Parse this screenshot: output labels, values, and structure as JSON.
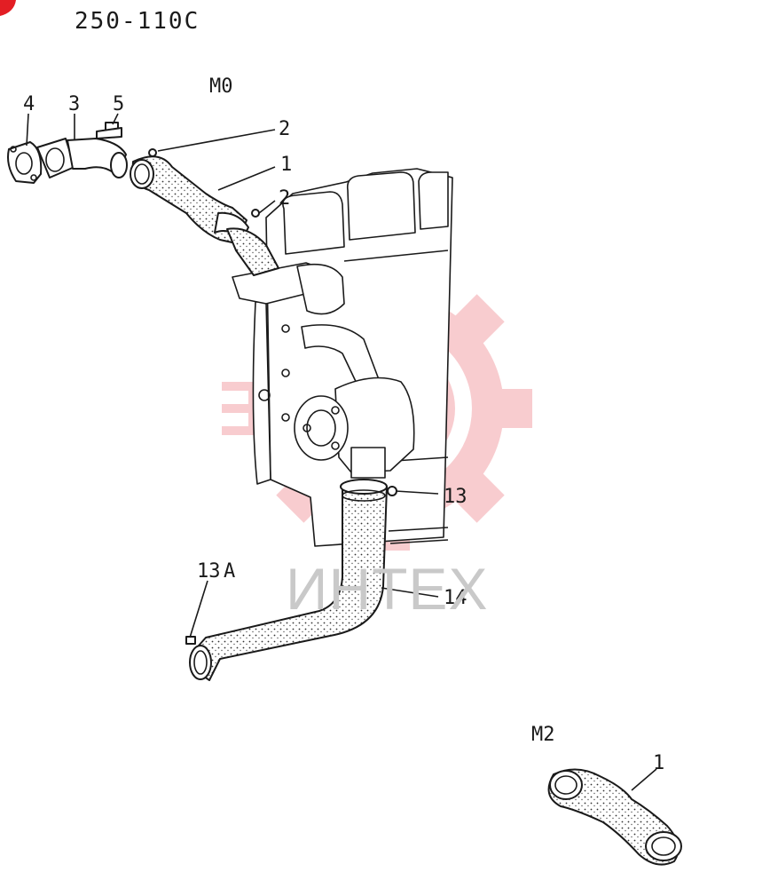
{
  "diagram": {
    "code": "250-110C",
    "variants": {
      "main": "M0",
      "alt": "M2"
    },
    "callouts": {
      "c4": "4",
      "c3": "3",
      "c5": "5",
      "c2a": "2",
      "c1": "1",
      "c2b": "2",
      "c13": "13",
      "c13a_num": "13",
      "c13a_sub": "A",
      "c14": "14",
      "c1_m2": "1"
    },
    "watermark": "ИНТЕХ",
    "colors": {
      "watermark_gear": "#f3a3a9",
      "watermark_text": "#c9c9c9",
      "line": "#1a1a1a"
    }
  }
}
